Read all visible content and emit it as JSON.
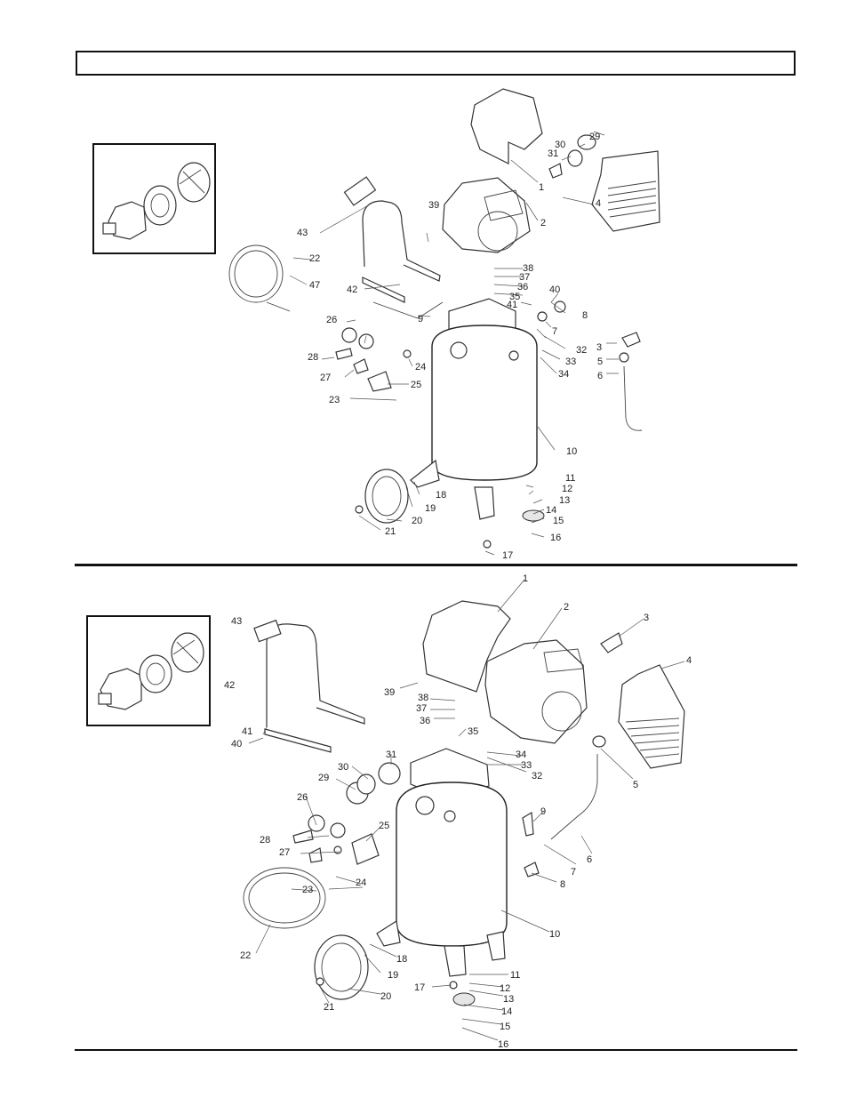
{
  "header": {
    "title": ""
  },
  "top_diagram": {
    "callouts": [
      {
        "id": "t1",
        "label": "1"
      },
      {
        "id": "t2",
        "label": "2"
      },
      {
        "id": "t3",
        "label": "3"
      },
      {
        "id": "t4",
        "label": "4"
      },
      {
        "id": "t5",
        "label": "5"
      },
      {
        "id": "t6",
        "label": "6"
      },
      {
        "id": "t7",
        "label": "7"
      },
      {
        "id": "t8",
        "label": "8"
      },
      {
        "id": "t9",
        "label": "9"
      },
      {
        "id": "t10",
        "label": "10"
      },
      {
        "id": "t11",
        "label": "11"
      },
      {
        "id": "t12",
        "label": "12"
      },
      {
        "id": "t13",
        "label": "13"
      },
      {
        "id": "t14",
        "label": "14"
      },
      {
        "id": "t15",
        "label": "15"
      },
      {
        "id": "t16",
        "label": "16"
      },
      {
        "id": "t17",
        "label": "17"
      },
      {
        "id": "t18",
        "label": "18"
      },
      {
        "id": "t19",
        "label": "19"
      },
      {
        "id": "t20",
        "label": "20"
      },
      {
        "id": "t21",
        "label": "21"
      },
      {
        "id": "t22",
        "label": "22"
      },
      {
        "id": "t23",
        "label": "23"
      },
      {
        "id": "t24",
        "label": "24"
      },
      {
        "id": "t25",
        "label": "25"
      },
      {
        "id": "t26",
        "label": "26"
      },
      {
        "id": "t27",
        "label": "27"
      },
      {
        "id": "t28",
        "label": "28"
      },
      {
        "id": "t29",
        "label": "29"
      },
      {
        "id": "t30",
        "label": "30"
      },
      {
        "id": "t31",
        "label": "31"
      },
      {
        "id": "t32",
        "label": "32"
      },
      {
        "id": "t33",
        "label": "33"
      },
      {
        "id": "t34",
        "label": "34"
      },
      {
        "id": "t35",
        "label": "35"
      },
      {
        "id": "t36",
        "label": "36"
      },
      {
        "id": "t37",
        "label": "37"
      },
      {
        "id": "t38",
        "label": "38"
      },
      {
        "id": "t39",
        "label": "39"
      },
      {
        "id": "t40",
        "label": "40"
      },
      {
        "id": "t41",
        "label": "41"
      },
      {
        "id": "t42",
        "label": "42"
      },
      {
        "id": "t43",
        "label": "43"
      },
      {
        "id": "t47",
        "label": "47"
      }
    ]
  },
  "bottom_diagram": {
    "callouts": [
      {
        "id": "b1",
        "label": "1"
      },
      {
        "id": "b2",
        "label": "2"
      },
      {
        "id": "b3",
        "label": "3"
      },
      {
        "id": "b4",
        "label": "4"
      },
      {
        "id": "b5",
        "label": "5"
      },
      {
        "id": "b6",
        "label": "6"
      },
      {
        "id": "b7",
        "label": "7"
      },
      {
        "id": "b8",
        "label": "8"
      },
      {
        "id": "b9",
        "label": "9"
      },
      {
        "id": "b10",
        "label": "10"
      },
      {
        "id": "b11",
        "label": "11"
      },
      {
        "id": "b12",
        "label": "12"
      },
      {
        "id": "b13",
        "label": "13"
      },
      {
        "id": "b14",
        "label": "14"
      },
      {
        "id": "b15",
        "label": "15"
      },
      {
        "id": "b16",
        "label": "16"
      },
      {
        "id": "b17",
        "label": "17"
      },
      {
        "id": "b18",
        "label": "18"
      },
      {
        "id": "b19",
        "label": "19"
      },
      {
        "id": "b20",
        "label": "20"
      },
      {
        "id": "b21",
        "label": "21"
      },
      {
        "id": "b22",
        "label": "22"
      },
      {
        "id": "b23",
        "label": "23"
      },
      {
        "id": "b24",
        "label": "24"
      },
      {
        "id": "b25",
        "label": "25"
      },
      {
        "id": "b26",
        "label": "26"
      },
      {
        "id": "b27",
        "label": "27"
      },
      {
        "id": "b28",
        "label": "28"
      },
      {
        "id": "b29",
        "label": "29"
      },
      {
        "id": "b30",
        "label": "30"
      },
      {
        "id": "b31",
        "label": "31"
      },
      {
        "id": "b32",
        "label": "32"
      },
      {
        "id": "b33",
        "label": "33"
      },
      {
        "id": "b34",
        "label": "34"
      },
      {
        "id": "b35",
        "label": "35"
      },
      {
        "id": "b36",
        "label": "36"
      },
      {
        "id": "b37",
        "label": "37"
      },
      {
        "id": "b38",
        "label": "38"
      },
      {
        "id": "b39",
        "label": "39"
      },
      {
        "id": "b40",
        "label": "40"
      },
      {
        "id": "b41",
        "label": "41"
      },
      {
        "id": "b42",
        "label": "42"
      },
      {
        "id": "b43",
        "label": "43"
      }
    ]
  }
}
